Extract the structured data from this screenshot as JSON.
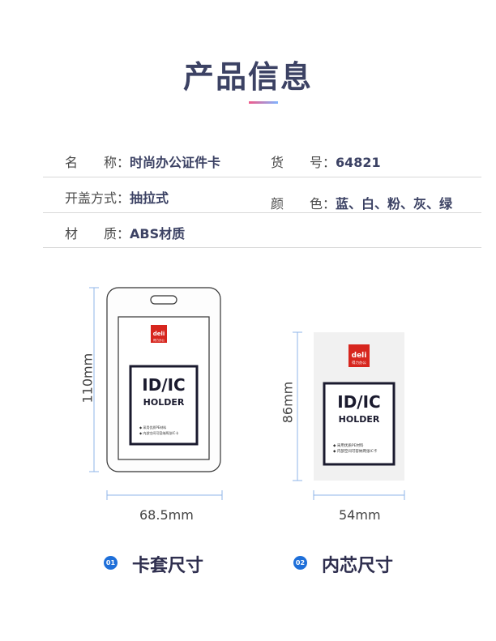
{
  "title": "产品信息",
  "rows": [
    {
      "label": "名　　称：",
      "value": "时尚办公证件卡",
      "label2": "货　　号：",
      "value2": "64821"
    },
    {
      "label": "开盖方式：",
      "value": "抽拉式",
      "label2": "颜　　色：",
      "value2": "蓝、白、粉、灰、绿"
    },
    {
      "label": "材　　质：",
      "value": "ABS材质"
    }
  ],
  "card_outer": {
    "height": "110mm",
    "width": "68.5mm"
  },
  "card_inner": {
    "height": "86mm",
    "width": "54mm"
  },
  "insert": {
    "brand": "deli",
    "brand_sub": "得力办公",
    "line1": "ID/IC",
    "line2": "HOLDER",
    "bullet1": "◆ 采用优质PE材料",
    "bullet2": "◆ 内部空间可容纳两张IC卡"
  },
  "captions": [
    {
      "num": "01",
      "text": "卡套尺寸"
    },
    {
      "num": "02",
      "text": "内芯尺寸"
    }
  ],
  "colors": {
    "accent": "#1e6fd9",
    "title": "#3c4264",
    "brand_red": "#d7261e"
  }
}
